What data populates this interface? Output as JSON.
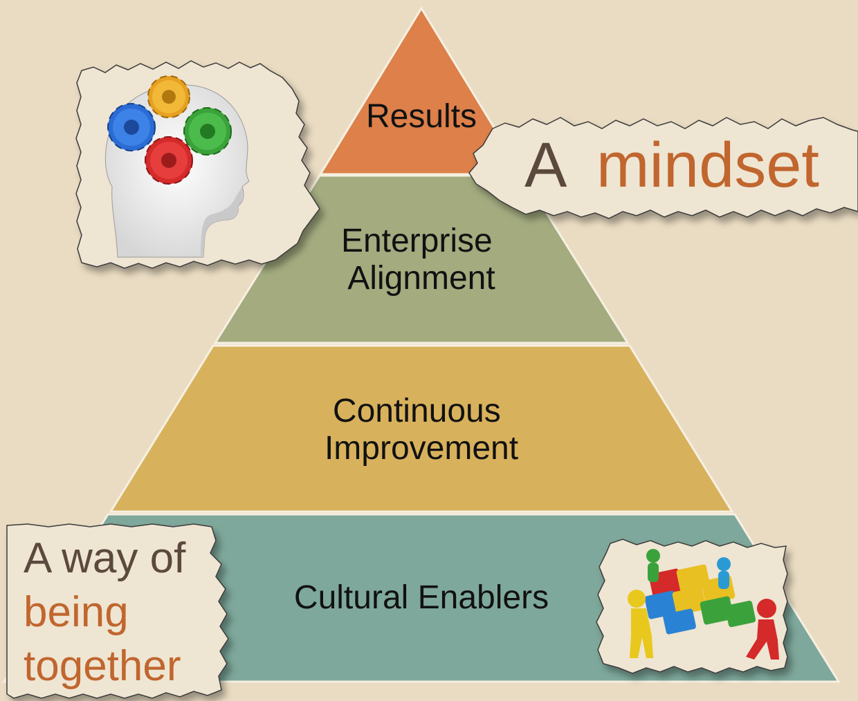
{
  "pyramid": {
    "tiers": [
      {
        "name": "results",
        "lines": [
          "Results"
        ],
        "color": "#dd804a"
      },
      {
        "name": "enterprise-alignment",
        "lines": [
          "Enterprise",
          "Alignment"
        ],
        "color": "#a3ab7f"
      },
      {
        "name": "continuous-improvement",
        "lines": [
          "Continuous",
          "Improvement"
        ],
        "color": "#d8b15c"
      },
      {
        "name": "cultural-enablers",
        "lines": [
          "Cultural Enablers"
        ],
        "color": "#7ea89b"
      }
    ],
    "separator_color": "#f6f0e2"
  },
  "notes": {
    "mindset": {
      "prefix": "A",
      "highlight": "mindset"
    },
    "together": {
      "line1": "A way of",
      "line2": "being",
      "line3": "together"
    }
  },
  "colors": {
    "note_dark": "#5c4a3c",
    "note_accent": "#c0662e",
    "paper": "#efe5d3"
  },
  "icons": {
    "head": "head-with-gears-icon",
    "team": "team-puzzle-icon"
  }
}
